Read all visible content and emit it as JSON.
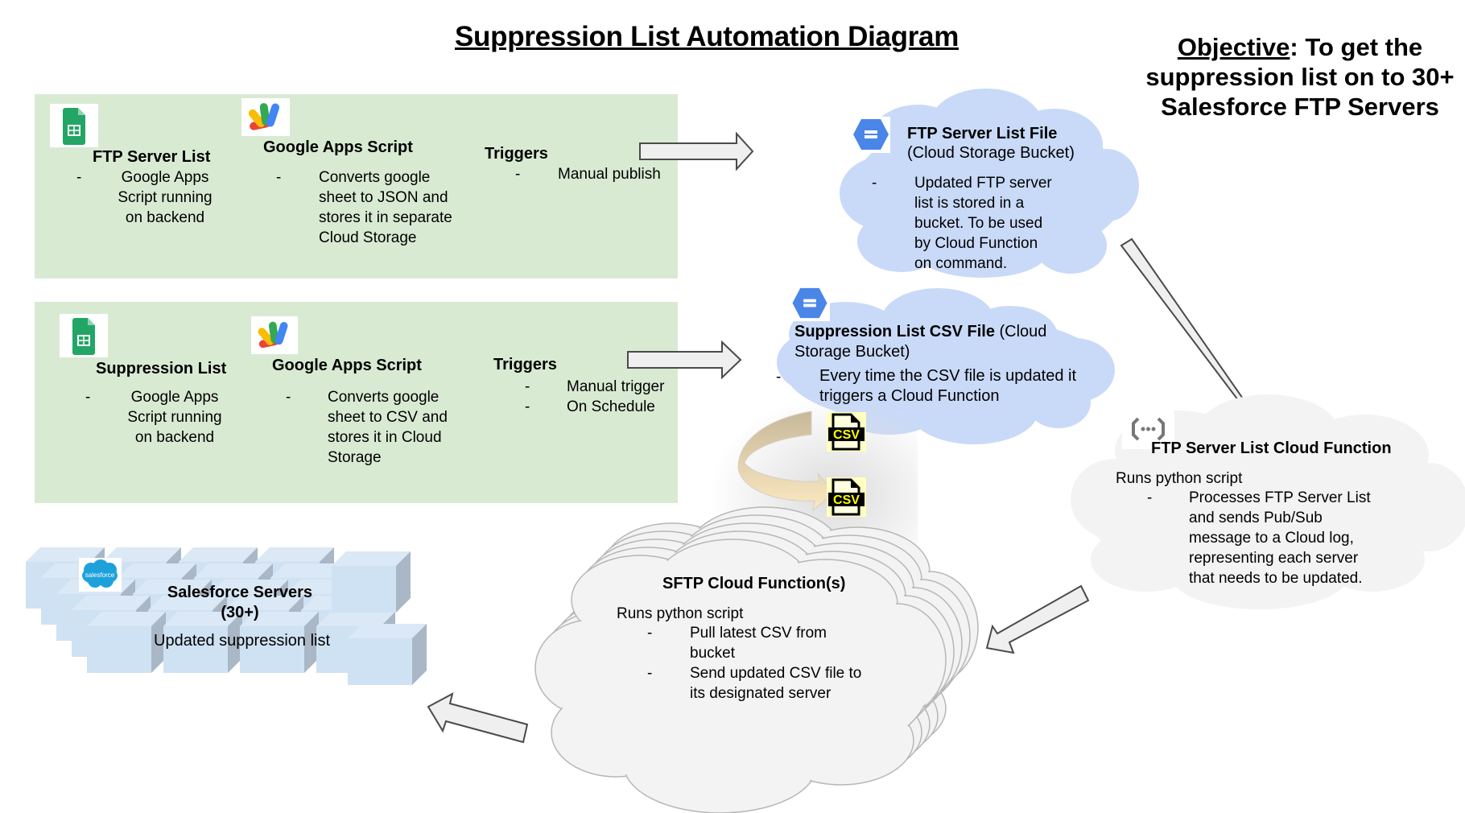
{
  "title": "Suppression List Automation Diagram",
  "objective": {
    "label": "Objective",
    "text_line1": ": To get the",
    "text_line2": "suppression list on to 30+",
    "text_line3": "Salesforce FTP Servers"
  },
  "colors": {
    "green_box": "#d9ead3",
    "blue_cloud": "#c9daf8",
    "grey_cloud": "#f3f3f3",
    "arrow_fill": "#efefef",
    "server_box": "#cfe2f3"
  },
  "row1": {
    "sheet": {
      "icon": "google-sheets-icon",
      "title": "FTP Server List",
      "bullet": "-",
      "lines": [
        "Google Apps",
        "Script running",
        "on backend"
      ]
    },
    "script": {
      "icon": "google-apps-script-icon",
      "title": "Google Apps Script",
      "bullet": "-",
      "lines": [
        "Converts google",
        "sheet to JSON and",
        "stores it in separate",
        "Cloud Storage"
      ]
    },
    "triggers": {
      "title": "Triggers",
      "items": [
        "Manual publish"
      ]
    }
  },
  "row2": {
    "sheet": {
      "icon": "google-sheets-icon",
      "title": "Suppression List",
      "bullet": "-",
      "lines": [
        "Google Apps",
        "Script running",
        "on backend"
      ]
    },
    "script": {
      "icon": "google-apps-script-icon",
      "title": "Google Apps Script",
      "bullet": "-",
      "lines": [
        "Converts google",
        "sheet to CSV and",
        "stores it in Cloud",
        "Storage"
      ]
    },
    "triggers": {
      "title": "Triggers",
      "items": [
        "Manual trigger",
        "On Schedule"
      ]
    }
  },
  "ftp_bucket": {
    "icon": "cloud-storage-icon",
    "title": "FTP Server List File",
    "subtitle": "(Cloud Storage Bucket)",
    "bullet": "-",
    "lines": [
      "Updated FTP server",
      "list is stored in a",
      "bucket. To be used",
      "by Cloud Function",
      "on command."
    ]
  },
  "csv_bucket": {
    "icon": "cloud-storage-icon",
    "title": "Suppression List CSV File",
    "subtitle_inline": " (Cloud",
    "subtitle_line2": "Storage Bucket)",
    "bullet": "-",
    "lines": [
      "Every time the CSV file is updated it",
      "triggers a Cloud Function"
    ]
  },
  "csv_files": {
    "label": "CSV"
  },
  "ftp_function": {
    "icon": "cloud-functions-icon",
    "title": "FTP Server List Cloud Function",
    "intro": "Runs python script",
    "bullet": "-",
    "lines": [
      "Processes FTP Server List",
      "and sends Pub/Sub",
      "message to a Cloud log,",
      "representing each server",
      "that needs to be updated."
    ]
  },
  "sftp_function": {
    "title": "SFTP Cloud Function(s)",
    "intro": "Runs python script",
    "bullets": [
      {
        "dash": "-",
        "lines": [
          "Pull latest CSV from",
          "bucket"
        ]
      },
      {
        "dash": "-",
        "lines": [
          "Send updated CSV file to",
          "its designated  server"
        ]
      }
    ]
  },
  "salesforce": {
    "logo": "salesforce",
    "title_line1": "Salesforce Servers",
    "title_line2": "(30+)",
    "caption": "Updated suppression list"
  }
}
